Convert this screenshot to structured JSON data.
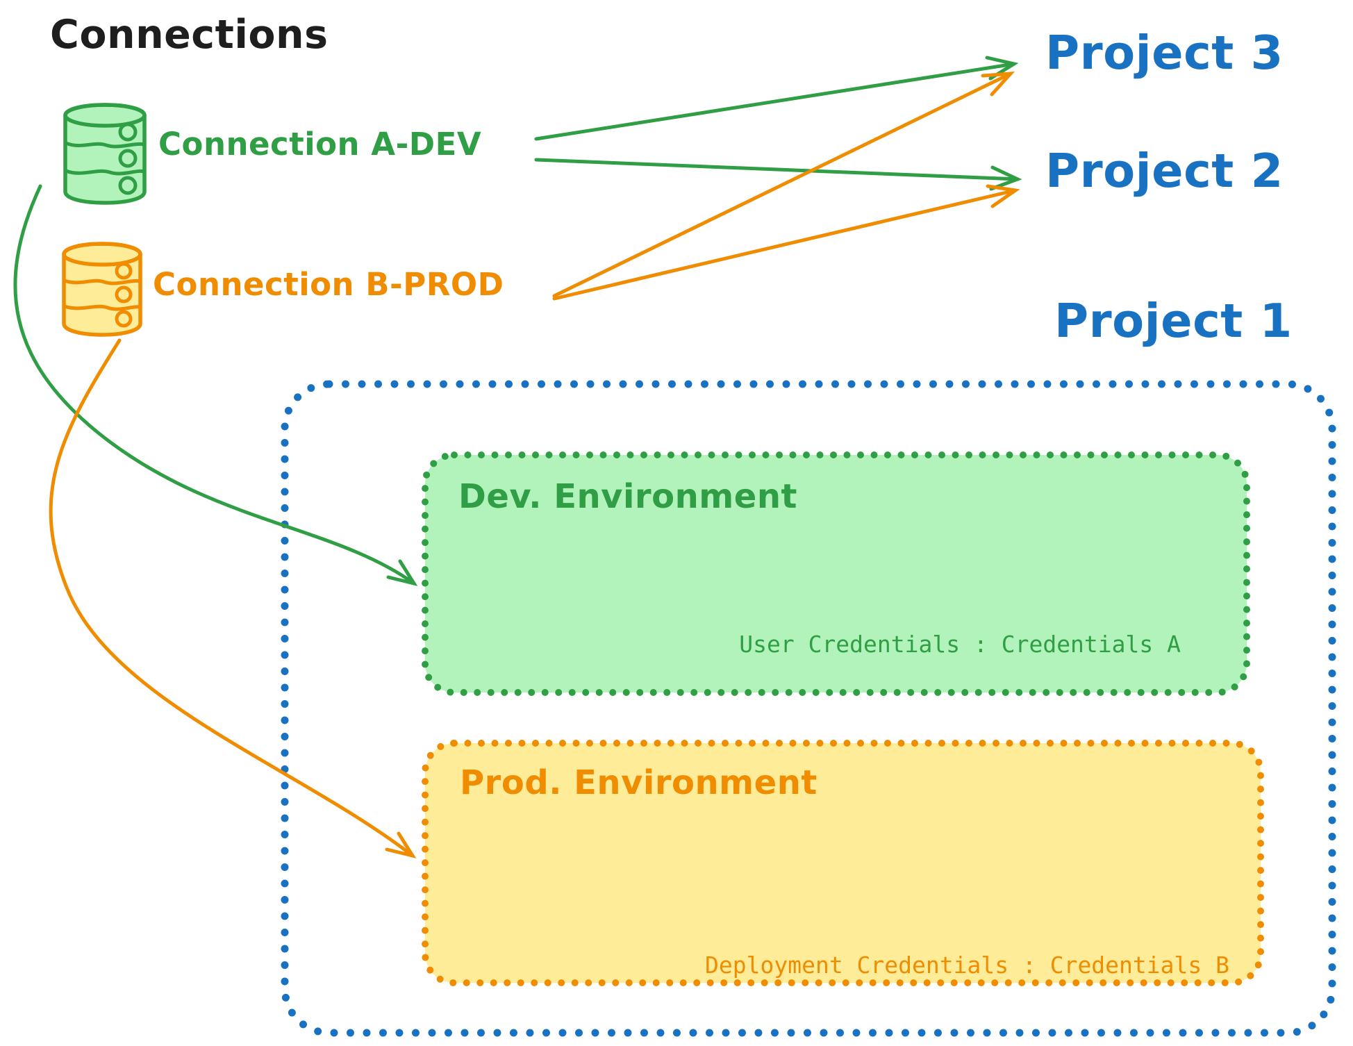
{
  "colors": {
    "ink": "#1e1e1e",
    "green": "#2f9e44",
    "green-fill": "#b2f2bb",
    "orange": "#f08c00",
    "orange-fill": "#ffec99",
    "blue": "#1971c2",
    "bg": "#ffffff"
  },
  "title": "Connections",
  "connections": [
    {
      "label": "Connection A-DEV"
    },
    {
      "label": "Connection B-PROD"
    }
  ],
  "projects": [
    {
      "label": "Project 3"
    },
    {
      "label": "Project 2"
    },
    {
      "label": "Project 1"
    }
  ],
  "environments": {
    "dev": {
      "title": "Dev. Environment",
      "credentials": "User Credentials : Credentials A"
    },
    "prod": {
      "title": "Prod. Environment",
      "credentials": "Deployment Credentials : Credentials B"
    }
  }
}
